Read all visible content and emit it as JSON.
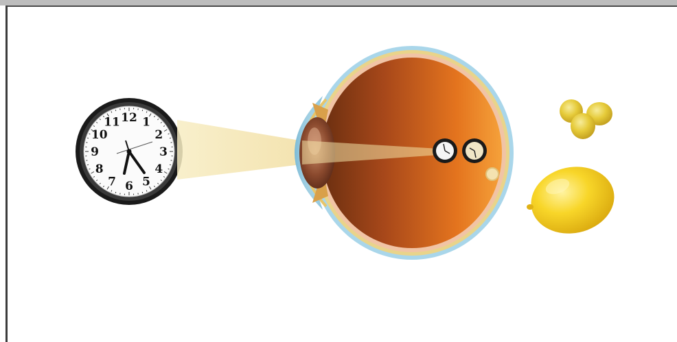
{
  "clock": {
    "numerals": [
      "12",
      "1",
      "2",
      "3",
      "4",
      "5",
      "6",
      "7",
      "8",
      "9",
      "10",
      "11"
    ]
  },
  "colors": {
    "retina_orange": "#e8781e",
    "retina_dark": "#7a3a12",
    "sclera_blue": "#9fd1e6",
    "lens_brown": "#8b4a2e",
    "light_beam": "#f3e3a8",
    "lemon_yellow": "#f6d21c",
    "clock_rim": "#1a1a1a"
  },
  "icons": [
    "clock-icon",
    "eye-diagram",
    "light-beam",
    "retina-image-icon",
    "lemon-icon",
    "small-lemons-icon"
  ]
}
